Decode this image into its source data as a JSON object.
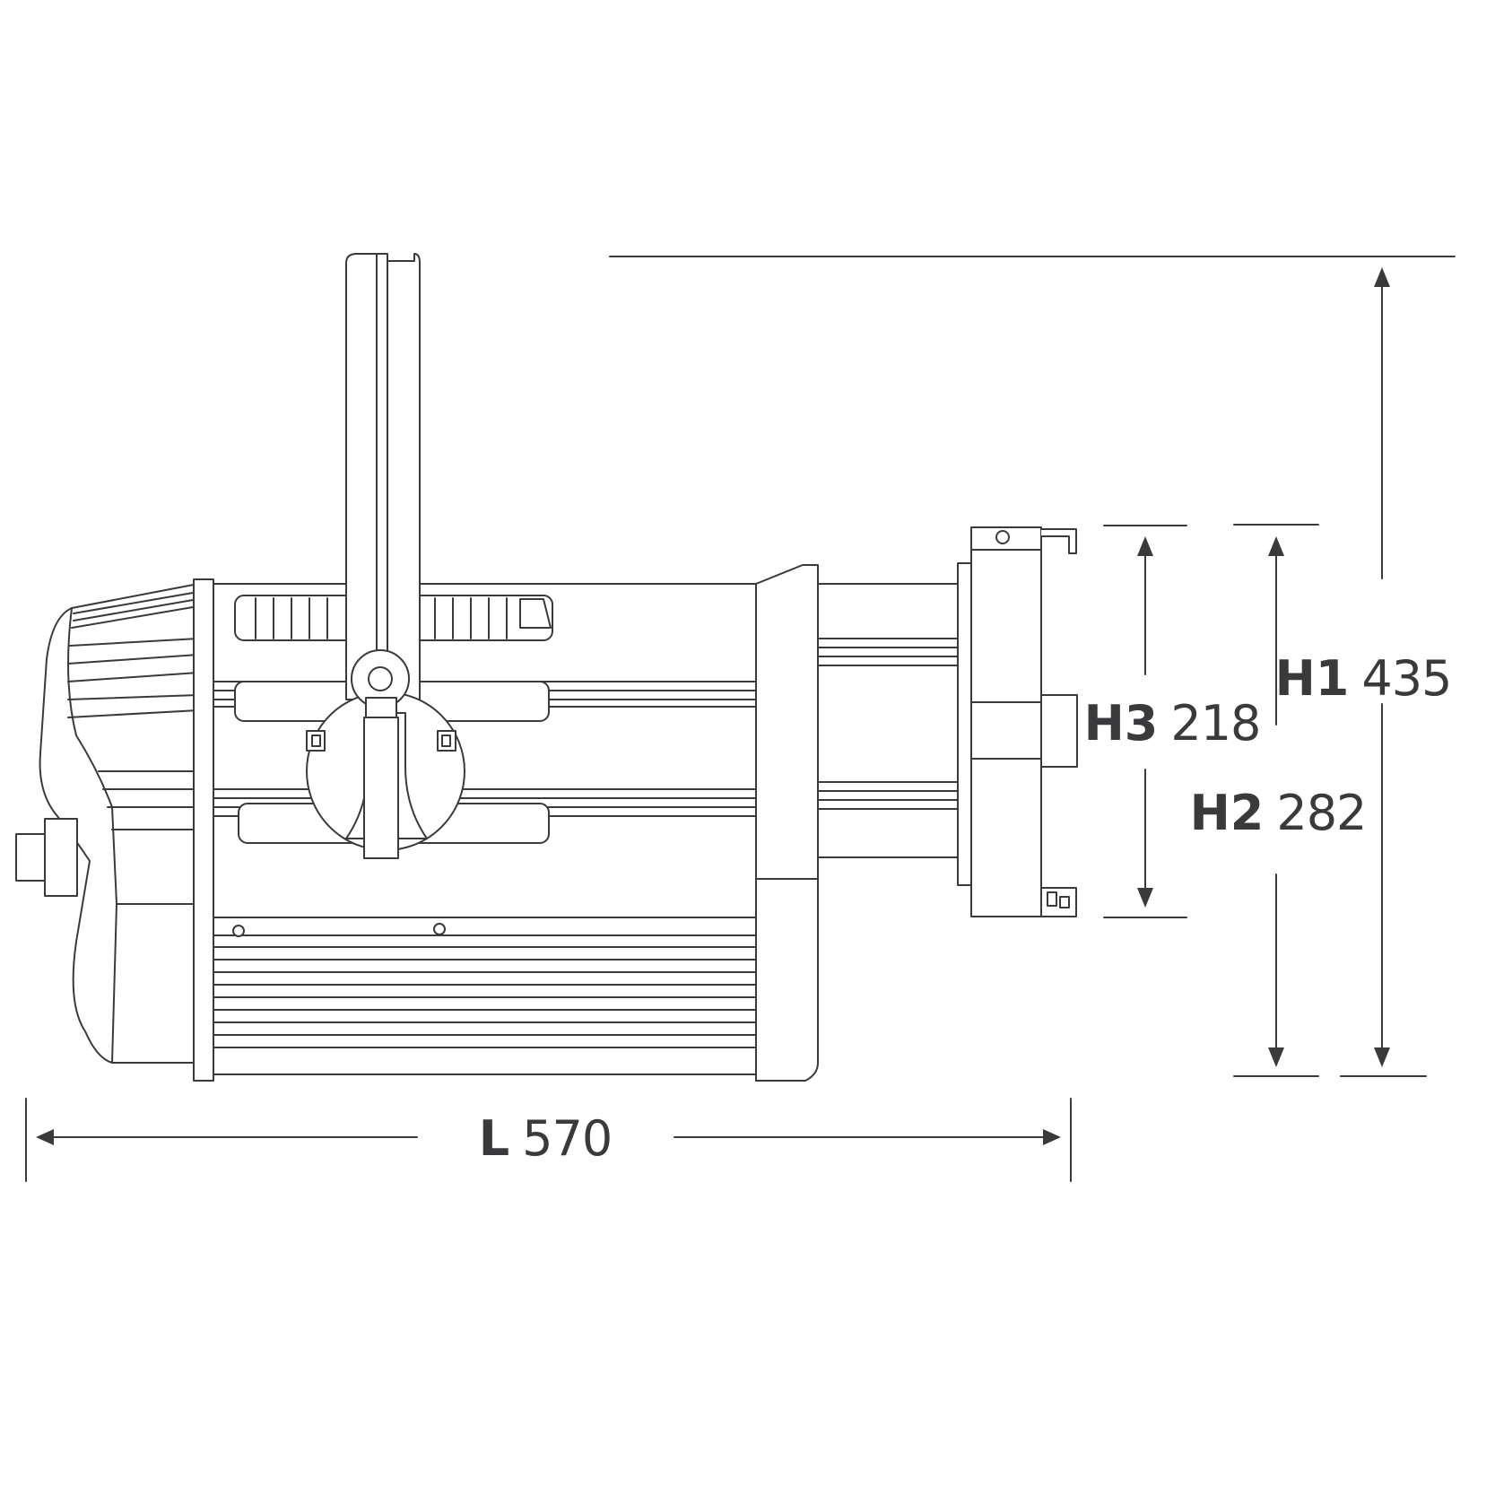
{
  "dimensions": {
    "length": {
      "key": "L",
      "value": "570"
    },
    "h1": {
      "key": "H1",
      "value": "435"
    },
    "h2": {
      "key": "H2",
      "value": "282"
    },
    "h3": {
      "key": "H3",
      "value": "218"
    }
  },
  "colors": {
    "line": "#3a3a3c",
    "background": "#ffffff"
  }
}
